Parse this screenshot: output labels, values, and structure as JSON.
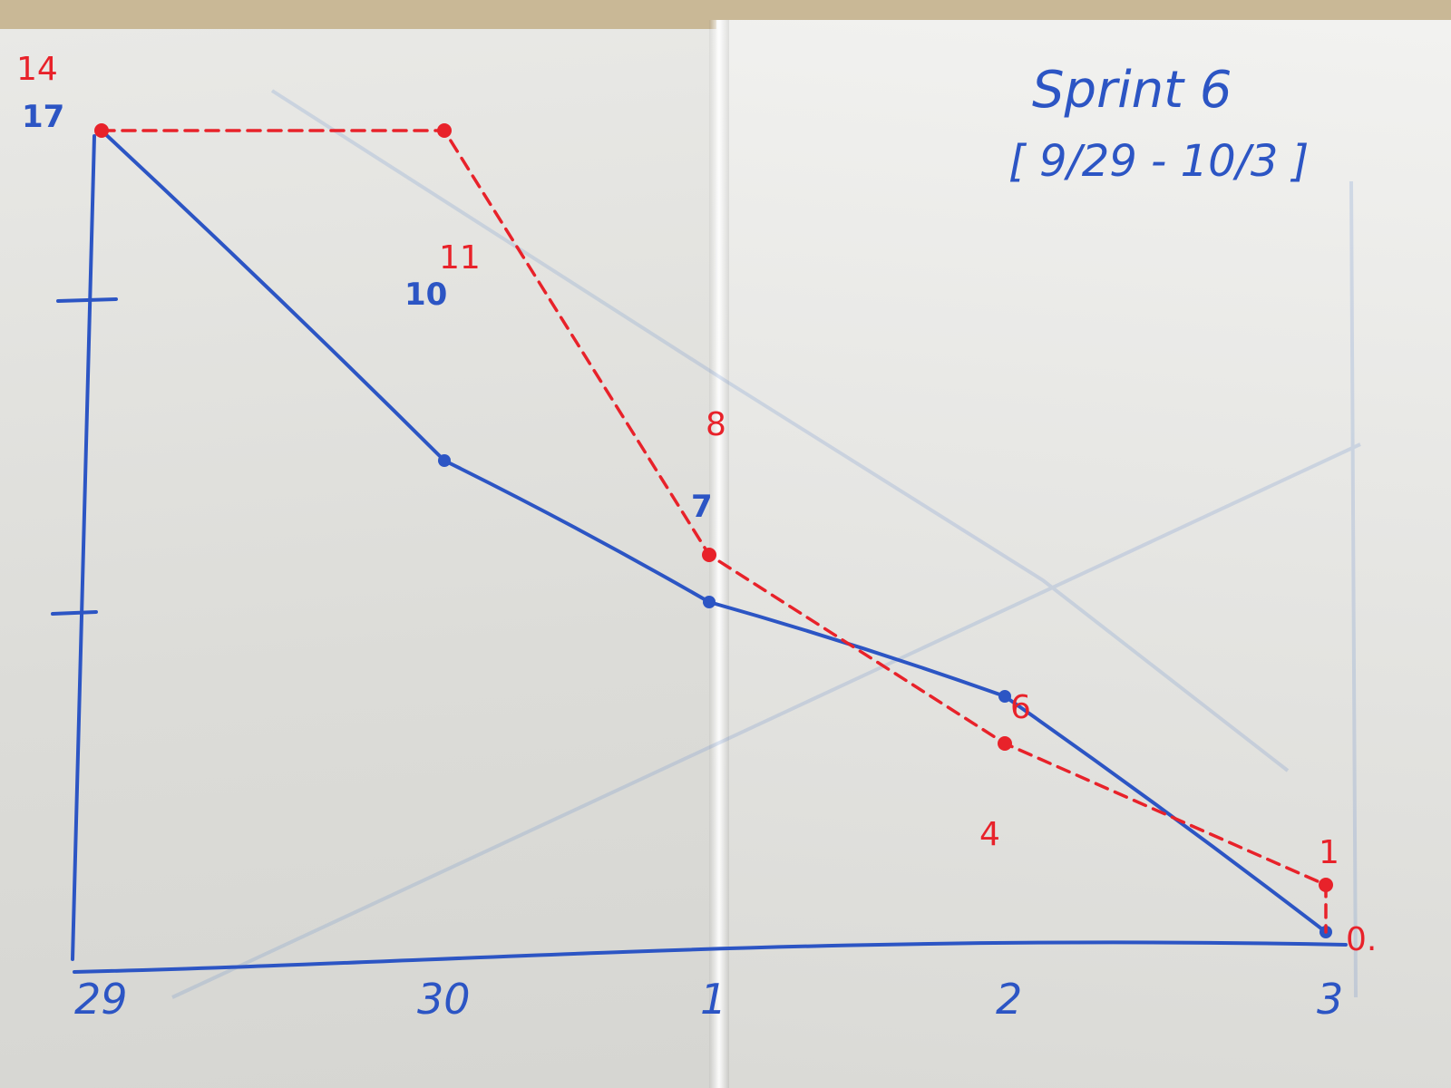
{
  "chart_data": {
    "type": "line",
    "title": "Sprint 6",
    "subtitle": "[ 9/29 - 10/3 ]",
    "x": [
      "29",
      "30",
      "1",
      "2",
      "3"
    ],
    "series": [
      {
        "style": "solid",
        "color": "#2c55c4",
        "values": [
          17,
          10,
          7,
          5,
          0
        ]
      },
      {
        "style": "dashed",
        "color": "#e8222a",
        "values": [
          17,
          17,
          8,
          4,
          1
        ]
      }
    ],
    "actual_extra": {
      "x": "3",
      "value": 0
    },
    "annotations": {
      "blue_labels": [
        "17",
        "10",
        "7"
      ],
      "red_labels": [
        "14",
        "11",
        "8",
        "6",
        "4",
        "1",
        "0."
      ]
    },
    "ylim": [
      0,
      17
    ],
    "grid": false
  },
  "colors": {
    "ideal": "#2c55c4",
    "actual": "#e8222a",
    "paper": "#e4e4e0"
  }
}
